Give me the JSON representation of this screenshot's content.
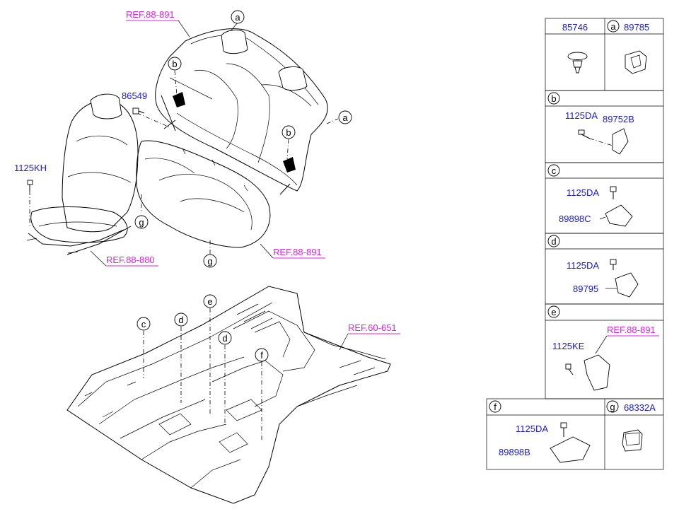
{
  "callouts": {
    "a": "a",
    "b": "b",
    "c": "c",
    "d": "d",
    "e": "e",
    "f": "f",
    "g": "g"
  },
  "refs": {
    "rear_seat_top": "REF.88-891",
    "front_seat": "REF.88-880",
    "rear_cushion": "REF.88-891",
    "floor": "REF.60-651",
    "box_e": "REF.88-891"
  },
  "parts": {
    "p86549": "86549",
    "p1125KH": "1125KH",
    "p85746": "85746",
    "p89785": "89785",
    "p1125DA": "1125DA",
    "p89752B": "89752B",
    "p89898C": "89898C",
    "p89795": "89795",
    "p1125KE": "1125KE",
    "p89898B": "89898B",
    "p68332A": "68332A"
  },
  "colors": {
    "part_number": "#1a1ad6",
    "reference": "#e020e0",
    "line": "#000000"
  }
}
